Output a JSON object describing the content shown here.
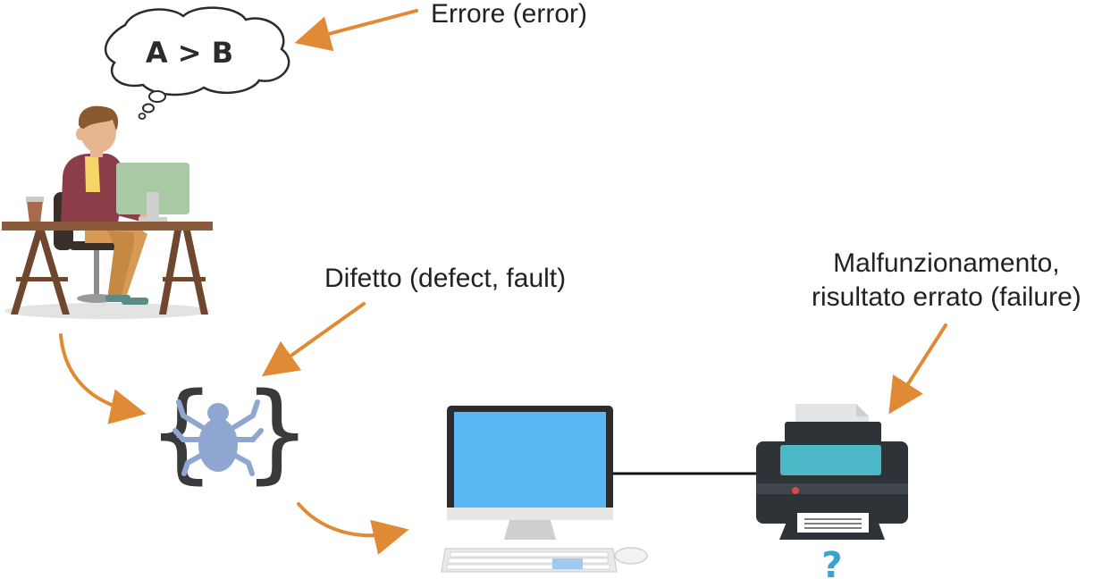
{
  "thought_bubble": {
    "text": "A > B"
  },
  "labels": {
    "error": "Errore (error)",
    "defect": "Difetto (defect, fault)",
    "failure_line1": "Malfunzionamento,",
    "failure_line2": "risultato errato (failure)"
  },
  "printer": {
    "question_mark": "?"
  },
  "colors": {
    "arrow": "#e08a35",
    "monitor_screen": "#5bb8f5",
    "bug": "#8fa7d0",
    "printer_body": "#2e3338",
    "printer_tray": "#4bb7c7",
    "question_mark": "#3aa3d6"
  }
}
